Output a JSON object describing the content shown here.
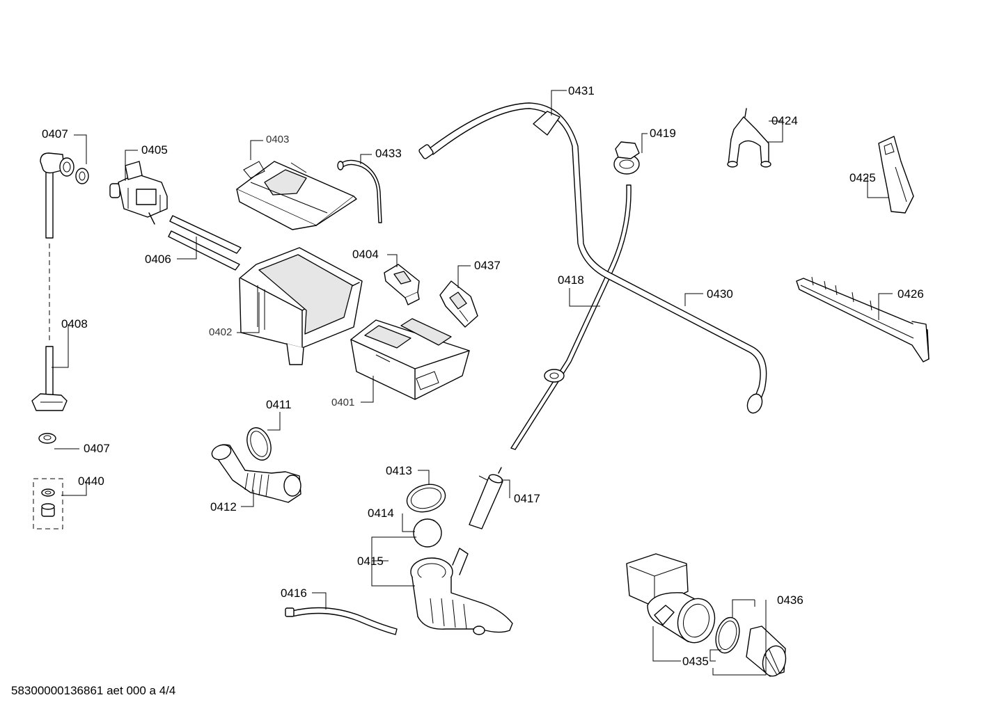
{
  "diagram": {
    "labels": {
      "p0401": "0401",
      "p0402": "0402",
      "p0403": "0403",
      "p0404": "0404",
      "p0405": "0405",
      "p0406": "0406",
      "p0407a": "0407",
      "p0407b": "0407",
      "p0408": "0408",
      "p0411": "0411",
      "p0412": "0412",
      "p0413": "0413",
      "p0414": "0414",
      "p0415": "0415",
      "p0416": "0416",
      "p0417": "0417",
      "p0418": "0418",
      "p0419": "0419",
      "p0424": "0424",
      "p0425": "0425",
      "p0426": "0426",
      "p0430": "0430",
      "p0431": "0431",
      "p0433": "0433",
      "p0435": "0435",
      "p0436": "0436",
      "p0437": "0437",
      "p0440": "0440"
    },
    "footer": "58300000136861 aet 000 a 4/4"
  }
}
